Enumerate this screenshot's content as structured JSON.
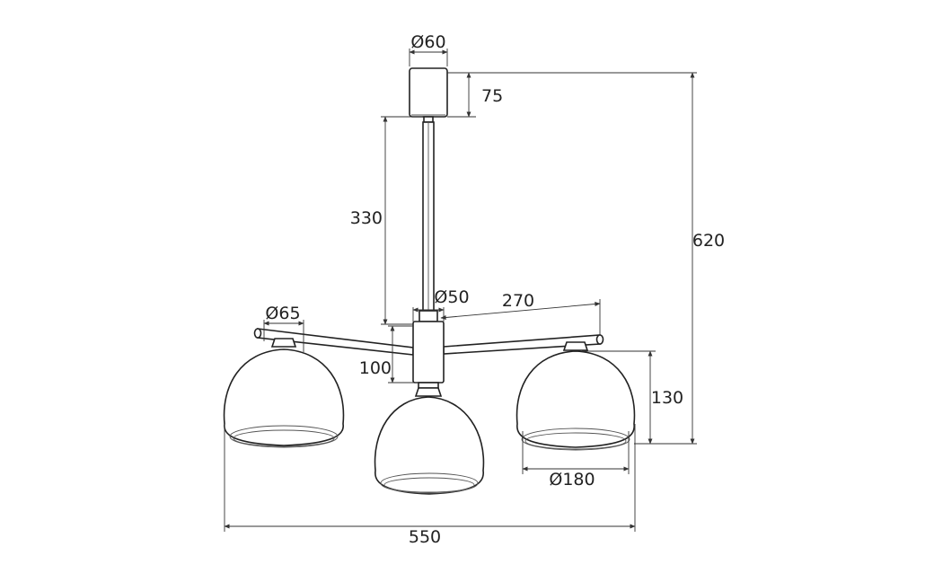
{
  "dimensions": {
    "canopy_diameter": "Ø60",
    "canopy_height": "75",
    "rod_length": "330",
    "hub_diameter": "Ø50",
    "arm_length": "270",
    "hub_height": "100",
    "socket_diameter": "Ø65",
    "shade_height": "130",
    "shade_diameter": "Ø180",
    "total_height": "620",
    "total_width": "550"
  }
}
